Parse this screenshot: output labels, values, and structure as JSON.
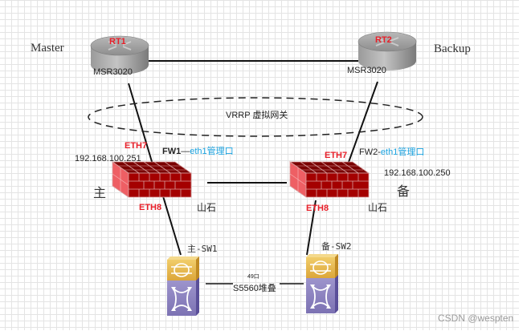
{
  "diagram": {
    "roles": {
      "master": "Master",
      "backup": "Backup",
      "primary_cn": "主",
      "standby_cn": "备"
    },
    "routers": [
      {
        "id": "RT1",
        "name": "RT1",
        "model": "MSR3020"
      },
      {
        "id": "RT2",
        "name": "RT2",
        "model": "MSR3020"
      }
    ],
    "vrrp": {
      "label": "VRRP 虚拟网关"
    },
    "firewalls": [
      {
        "id": "FW1",
        "name": "FW1",
        "separator": "—",
        "mgmt": "eth1管理口",
        "ip": "192.168.100.251",
        "port_up": "ETH7",
        "port_down": "ETH8",
        "vendor": "山石"
      },
      {
        "id": "FW2",
        "name": "FW2",
        "separator": "-",
        "mgmt": "eth1管理口",
        "ip": "192.168.100.250",
        "port_up": "ETH7",
        "port_down": "ETH8",
        "vendor": "山石"
      }
    ],
    "switches": [
      {
        "id": "SW1",
        "label": "主-SW1"
      },
      {
        "id": "SW2",
        "label": "备-SW2"
      }
    ],
    "stack_link": {
      "port": "49口",
      "label": "S5560堆叠"
    },
    "colors": {
      "port_label": "#e8202a",
      "mgmt_label": "#1aa3e0",
      "firewall": "#a80000",
      "switch_top": "#e9b94a",
      "switch_bottom": "#8f85c0",
      "router": "#8c8c8c"
    }
  },
  "watermark": "CSDN @wespten"
}
